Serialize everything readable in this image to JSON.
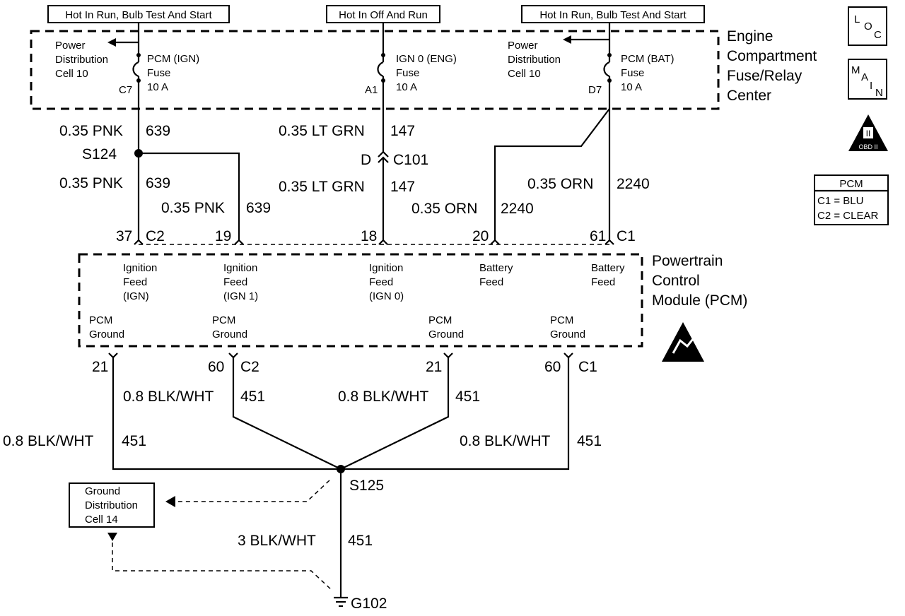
{
  "top_labels": {
    "left": "Hot In Run, Bulb Test And Start",
    "center": "Hot In Off And Run",
    "right": "Hot In Run, Bulb Test And Start"
  },
  "fuse_center": {
    "name_lines": [
      "Engine",
      "Compartment",
      "Fuse/Relay",
      "Center"
    ],
    "left_ref": [
      "Power",
      "Distribution",
      "Cell 10"
    ],
    "right_ref": [
      "Power",
      "Distribution",
      "Cell 10"
    ],
    "fuses": [
      {
        "name": "PCM (IGN)",
        "label": "Fuse",
        "rating": "10 A",
        "terminal": "C7"
      },
      {
        "name": "IGN 0 (ENG)",
        "label": "Fuse",
        "rating": "10 A",
        "terminal": "A1"
      },
      {
        "name": "PCM (BAT)",
        "label": "Fuse",
        "rating": "10 A",
        "terminal": "D7"
      }
    ]
  },
  "icons": {
    "loc": [
      "L",
      "O",
      "C"
    ],
    "main": [
      "M",
      "A",
      "I",
      "N"
    ],
    "obd": {
      "symbol": "II",
      "label": "OBD II"
    }
  },
  "pcm_legend": {
    "title": "PCM",
    "rows": [
      "C1 = BLU",
      "C2 = CLEAR"
    ]
  },
  "wires": {
    "pnk_upper": {
      "gauge": "0.35 PNK",
      "circuit": "639"
    },
    "pnk_lower": {
      "gauge": "0.35 PNK",
      "circuit": "639"
    },
    "pnk_branch": {
      "gauge": "0.35 PNK",
      "circuit": "639"
    },
    "grn_upper": {
      "gauge": "0.35 LT GRN",
      "circuit": "147"
    },
    "grn_lower": {
      "gauge": "0.35 LT GRN",
      "circuit": "147"
    },
    "orn_a": {
      "gauge": "0.35 ORN",
      "circuit": "2240"
    },
    "orn_b": {
      "gauge": "0.35 ORN",
      "circuit": "2240"
    },
    "gnd_1": {
      "gauge": "0.8 BLK/WHT",
      "circuit": "451"
    },
    "gnd_2": {
      "gauge": "0.8 BLK/WHT",
      "circuit": "451"
    },
    "gnd_3": {
      "gauge": "0.8 BLK/WHT",
      "circuit": "451"
    },
    "gnd_4": {
      "gauge": "0.8 BLK/WHT",
      "circuit": "451"
    },
    "gnd_main": {
      "gauge": "3 BLK/WHT",
      "circuit": "451"
    }
  },
  "splices": {
    "s124": "S124",
    "s125": "S125"
  },
  "inline_connector": {
    "pin": "D",
    "name": "C101"
  },
  "pcm": {
    "name_lines": [
      "Powertrain",
      "Control",
      "Module (PCM)"
    ],
    "top_pins": [
      {
        "pin": "37",
        "connector": "C2",
        "feed": [
          "Ignition",
          "Feed",
          "(IGN)"
        ]
      },
      {
        "pin": "19",
        "connector": "",
        "feed": [
          "Ignition",
          "Feed",
          "(IGN 1)"
        ]
      },
      {
        "pin": "18",
        "connector": "",
        "feed": [
          "Ignition",
          "Feed",
          "(IGN 0)"
        ]
      },
      {
        "pin": "20",
        "connector": "",
        "feed": [
          "Battery",
          "Feed"
        ]
      },
      {
        "pin": "61",
        "connector": "C1",
        "feed": [
          "Battery",
          "Feed"
        ]
      }
    ],
    "bottom_pins": [
      {
        "pin": "21",
        "connector": "",
        "label": [
          "PCM",
          "Ground"
        ]
      },
      {
        "pin": "60",
        "connector": "C2",
        "label": [
          "PCM",
          "Ground"
        ]
      },
      {
        "pin": "21",
        "connector": "",
        "label": [
          "PCM",
          "Ground"
        ]
      },
      {
        "pin": "60",
        "connector": "C1",
        "label": [
          "PCM",
          "Ground"
        ]
      }
    ]
  },
  "ground_ref": {
    "lines": [
      "Ground",
      "Distribution",
      "Cell 14"
    ]
  },
  "ground": {
    "name": "G102"
  }
}
